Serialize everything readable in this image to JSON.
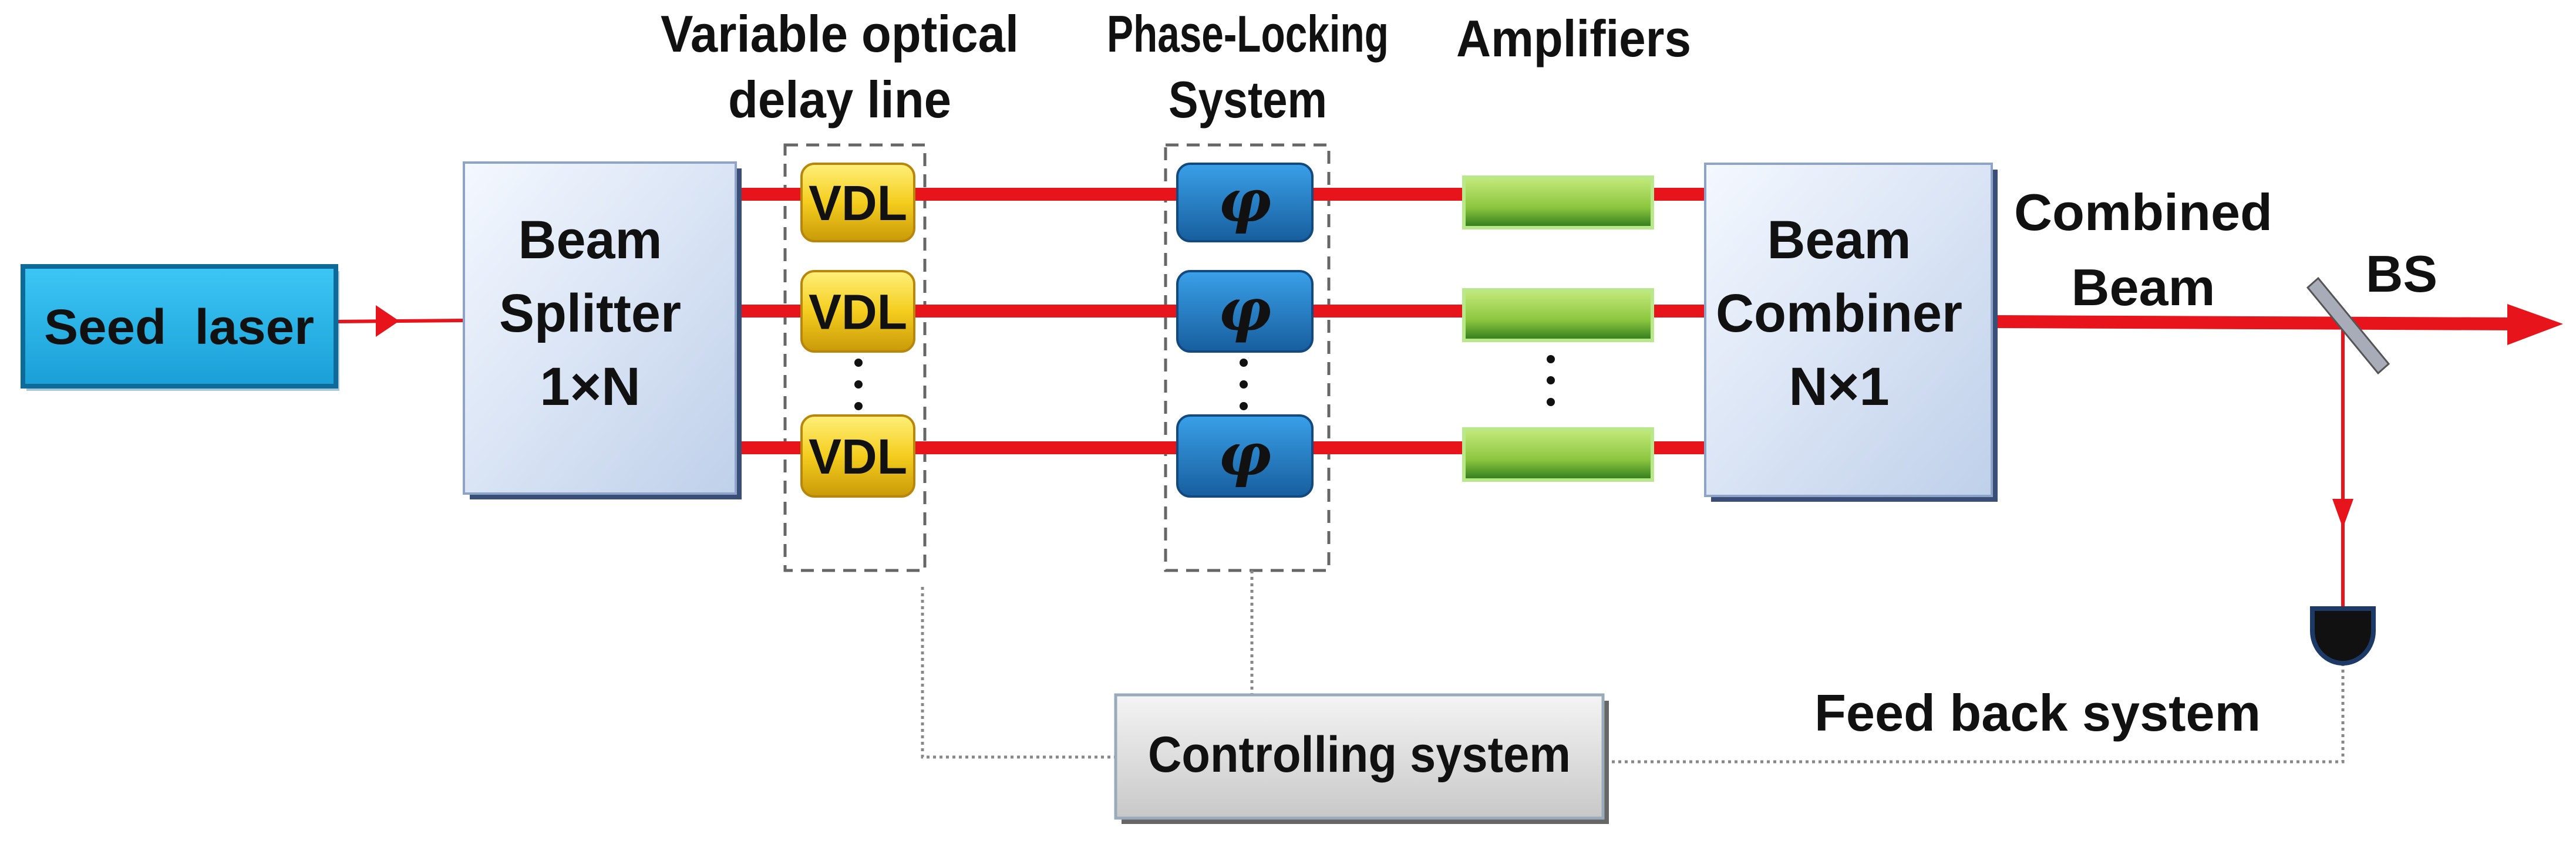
{
  "labels": {
    "vdl_title_1": "Variable optical",
    "vdl_title_2": "delay line",
    "pls_title_1": "Phase-Locking",
    "pls_title_2": "System",
    "amplifiers_title": "Amplifiers",
    "combined_1": "Combined",
    "combined_2": "Beam",
    "bs": "BS",
    "feedback": "Feed back system"
  },
  "blocks": {
    "seed_laser": "Seed  laser",
    "splitter_1": "Beam",
    "splitter_2": "Splitter",
    "splitter_3": "1×N",
    "combiner_1": "Beam",
    "combiner_2": "Combiner",
    "combiner_3": "N×1",
    "controlling": "Controlling system",
    "vdl": [
      "VDL",
      "VDL",
      "VDL"
    ],
    "phase": [
      "φ",
      "φ",
      "φ"
    ]
  },
  "colors": {
    "beam": "#e8141c",
    "seed": "#1fb2e8",
    "vdl": "#f2c919",
    "phase": "#1f7bc8",
    "amplifier": "#8cc63f"
  }
}
